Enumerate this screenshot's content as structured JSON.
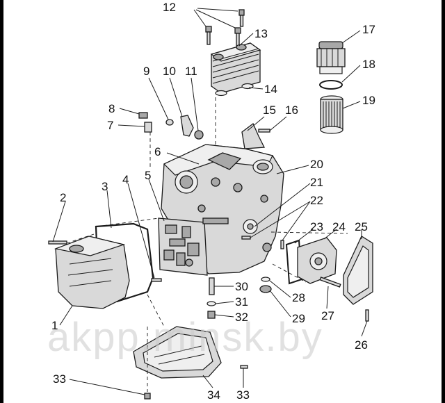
{
  "diagram": {
    "callouts": {
      "c1": "1",
      "c2": "2",
      "c3": "3",
      "c4": "4",
      "c5": "5",
      "c6": "6",
      "c7": "7",
      "c8": "8",
      "c9": "9",
      "c10": "10",
      "c11": "11",
      "c12": "12",
      "c13": "13",
      "c14": "14",
      "c15": "15",
      "c16": "16",
      "c17": "17",
      "c18": "18",
      "c19": "19",
      "c20": "20",
      "c21": "21",
      "c22": "22",
      "c23": "23",
      "c24": "24",
      "c25": "25",
      "c26": "26",
      "c27": "27",
      "c28": "28",
      "c29": "29",
      "c30": "30",
      "c31": "31",
      "c32": "32",
      "c33a": "33",
      "c33b": "33",
      "c34": "34"
    },
    "watermark": "akpp.minsk.by"
  }
}
